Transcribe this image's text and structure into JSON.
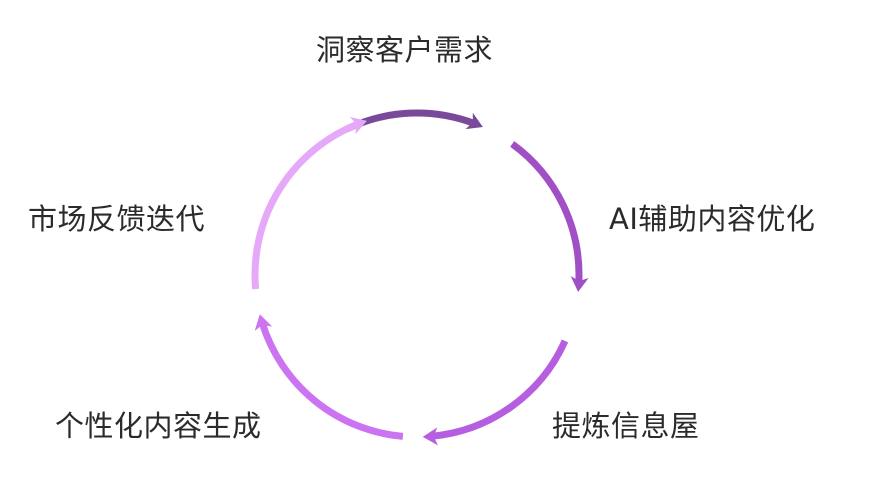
{
  "diagram": {
    "type": "cycle",
    "steps": [
      {
        "label": "洞察客户需求",
        "color": "#7a4a9a"
      },
      {
        "label": "AI辅助内容优化",
        "color": "#a04fc4"
      },
      {
        "label": "提炼信息屋",
        "color": "#b65ee0"
      },
      {
        "label": "个性化内容生成",
        "color": "#cc73f2"
      },
      {
        "label": "市场反馈迭代",
        "color": "#e6a8f8"
      }
    ]
  }
}
